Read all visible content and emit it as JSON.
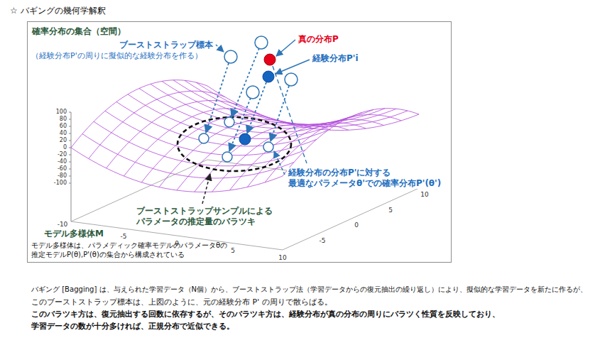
{
  "diagram": {
    "title": "☆ バギングの幾何学解釈",
    "nodes": [
      {
        "text": [
          "確率分布の集合（空間）"
        ]
      }
    ],
    "labels": [
      "ブーストストラップ標本",
      "（経験分布P'の周りに擬似的な経験分布を作る）",
      "真の分布P",
      "経験分布P'i",
      "100",
      "80",
      "60",
      "40",
      "20",
      "0",
      "-20",
      "-40",
      "-60",
      "-80",
      "-100",
      "経験分布の分布P'に対する 最適なパラメータθ'での確率分布P'(θ')",
      "-10",
      "-5",
      "0",
      "5",
      "10",
      "-5",
      "0",
      "5",
      "10",
      "ブーストストラップサンプルによる パラメータの推定量のバラツキ",
      "モデル多様体M",
      "モデル多様体は、パラメディック確率モデルのパラメータθの 推定モデルP(θ),P'(θ)の集合から構成されている",
      "バギング [Bagging] は、与えられた学習データ（N個）から、ブーストストラップ法（学習データからの復元抽出の繰り返し）により、擬似的な学習データを新たに作るが、",
      "このブーストストラップ標本は、上図のように、元の経験分布 P' の周りで散らばる。",
      "このバラツキ方は、復元抽出する回数に依存するが、そのバラツキ方は、経験分布が真の分布の周りにバラツく性質を反映しており、",
      "学習データの数が十分多ければ、正規分布で近似できる。"
    ]
  }
}
